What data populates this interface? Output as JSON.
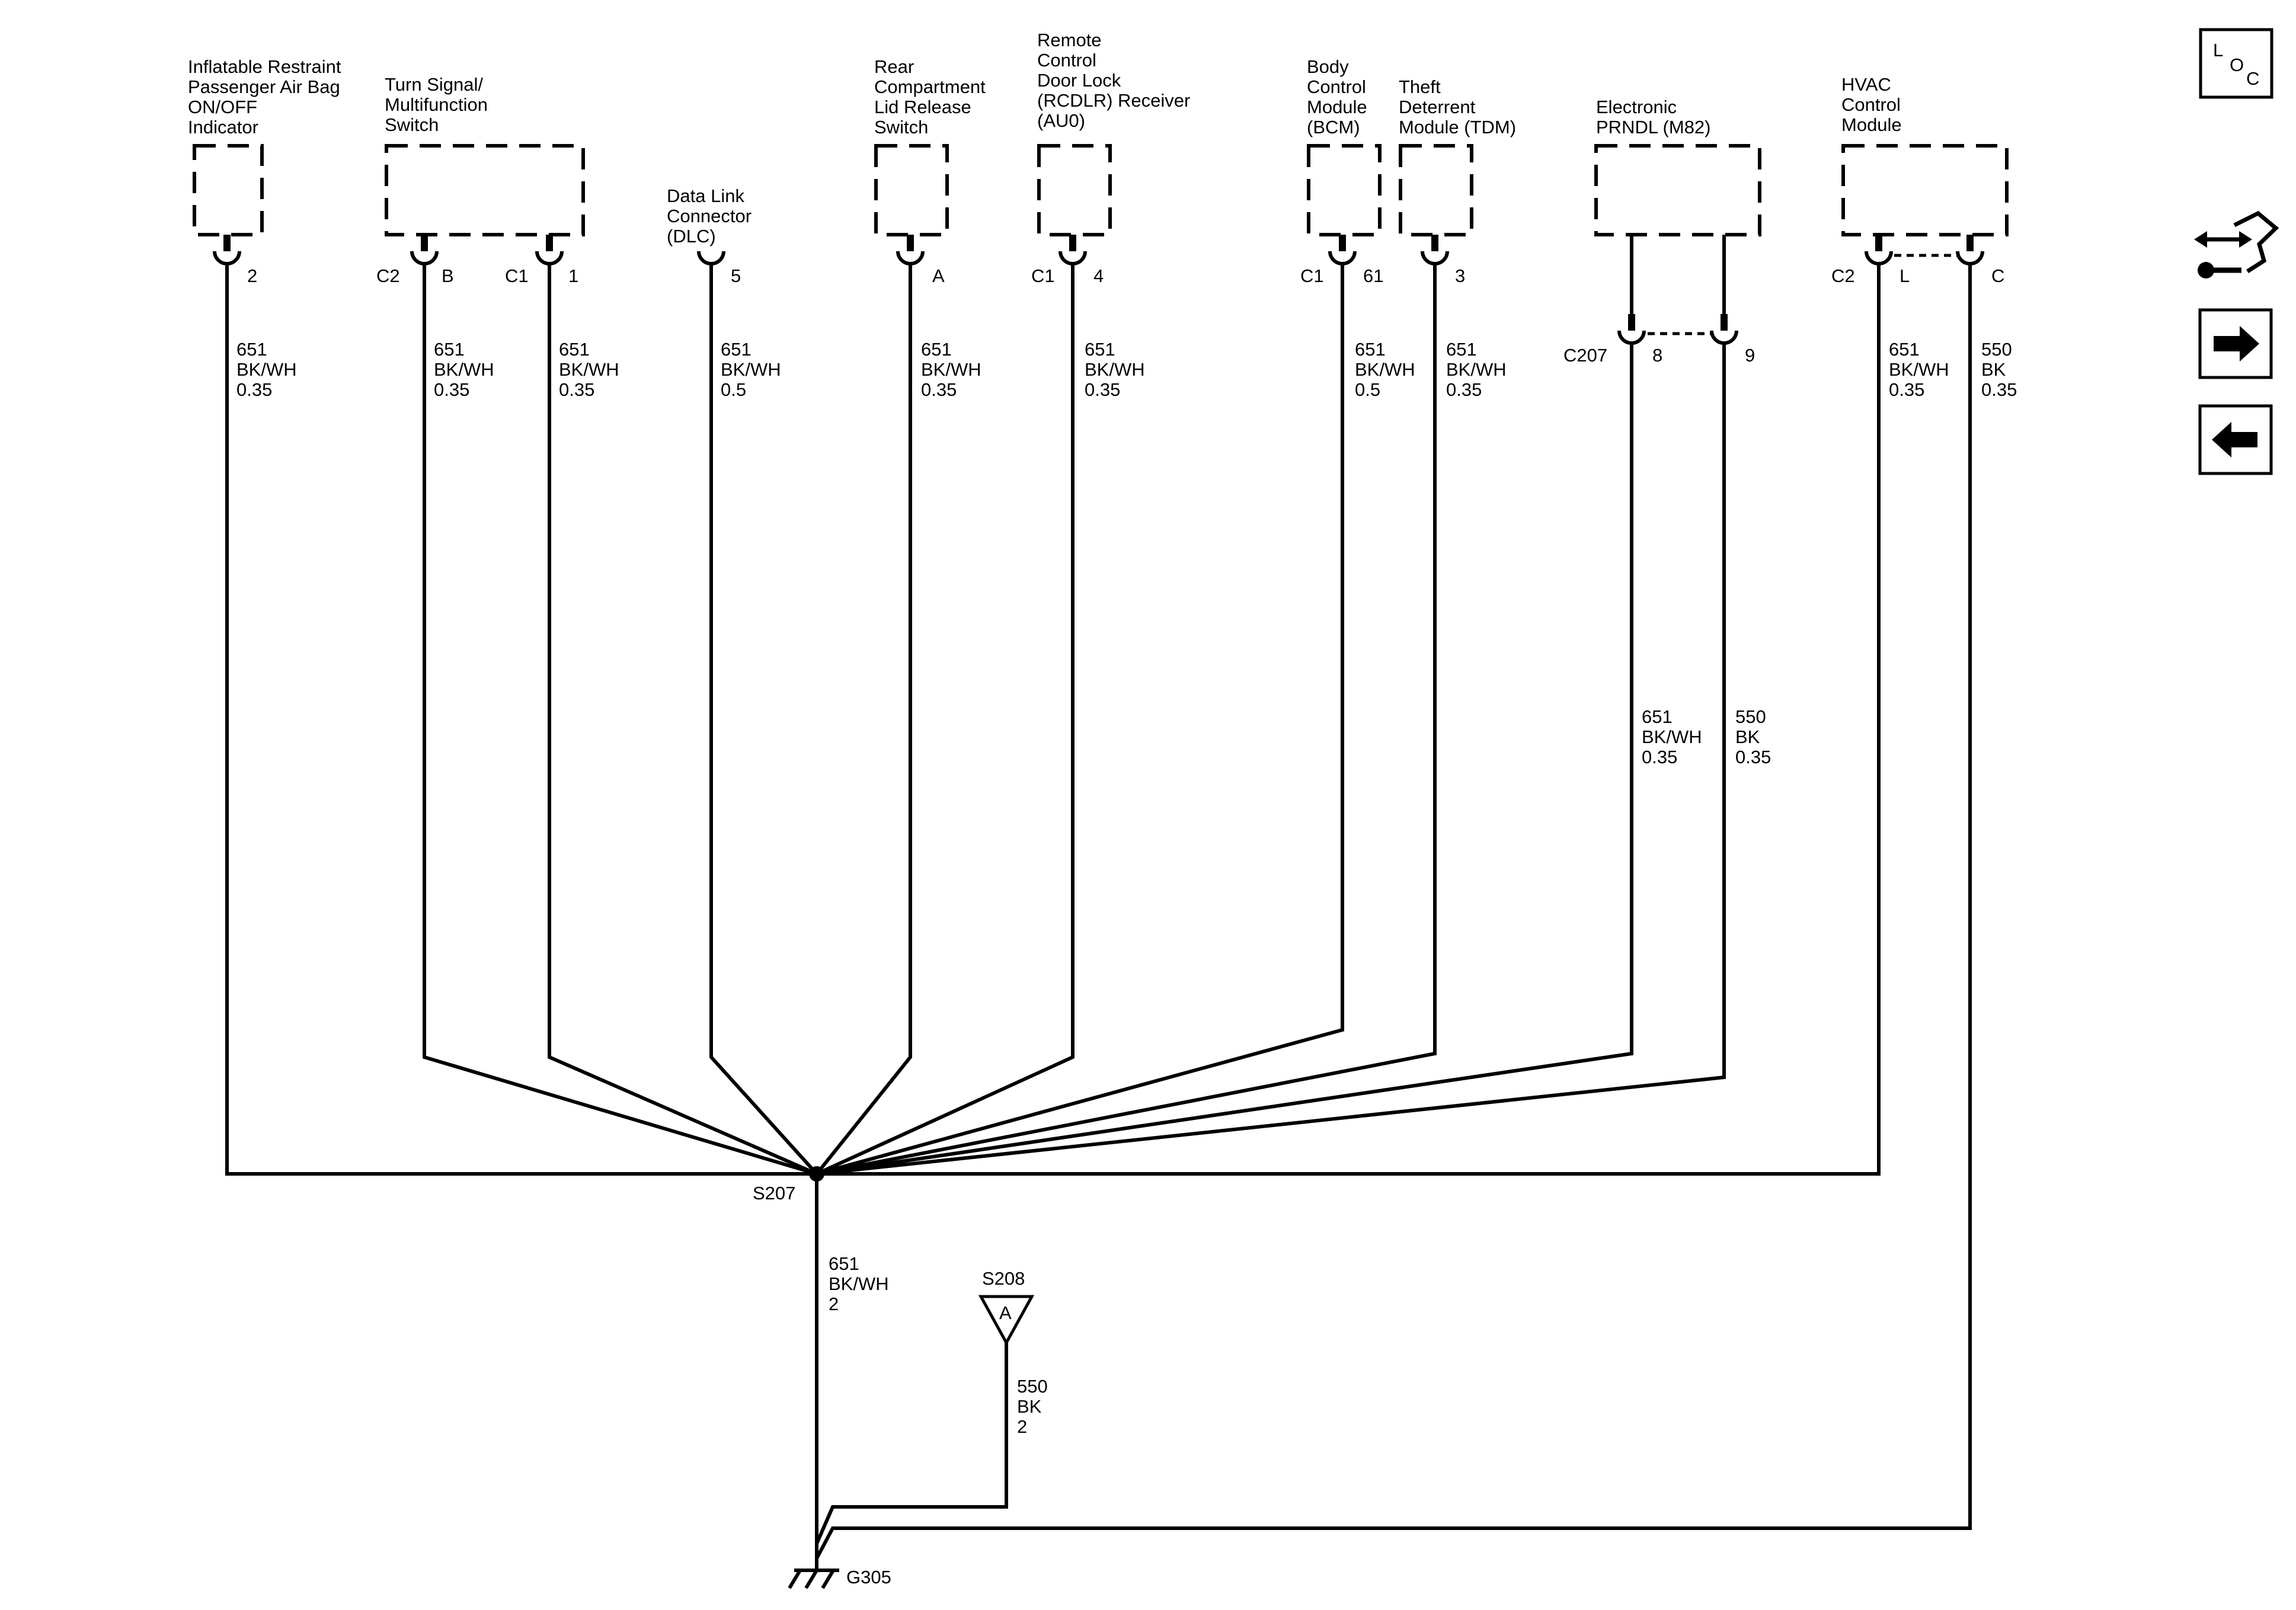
{
  "components": {
    "airbag_indicator": [
      "Inflatable Restraint",
      "Passenger Air Bag",
      "ON/OFF",
      "Indicator"
    ],
    "turn_signal_switch": [
      "Turn Signal/",
      "Multifunction",
      "Switch"
    ],
    "dlc": [
      "Data Link",
      "Connector",
      "(DLC)"
    ],
    "rear_lid_switch": [
      "Rear",
      "Compartment",
      "Lid Release",
      "Switch"
    ],
    "rcdlr_receiver": [
      "Remote",
      "Control",
      "Door Lock",
      "(RCDLR) Receiver",
      "(AU0)"
    ],
    "bcm": [
      "Body",
      "Control",
      "Module",
      "(BCM)"
    ],
    "tdm": [
      "Theft",
      "Deterrent",
      "Module (TDM)"
    ],
    "prndl": [
      "Electronic",
      "PRNDL (M82)"
    ],
    "hvac": [
      "HVAC",
      "Control",
      "Module"
    ]
  },
  "pins": {
    "airbag": "2",
    "ts_c2": "C2",
    "ts_b": "B",
    "ts_c1": "C1",
    "ts_1": "1",
    "dlc": "5",
    "lid": "A",
    "rcdlr_c1": "C1",
    "rcdlr_4": "4",
    "bcm_c1": "C1",
    "bcm_61": "61",
    "tdm": "3",
    "c207": "C207",
    "prndl_8": "8",
    "prndl_9": "9",
    "hvac_c2": "C2",
    "hvac_l": "L",
    "hvac_c": "C"
  },
  "wires": {
    "w_airbag": [
      "651",
      "BK/WH",
      "0.35"
    ],
    "w_ts_b": [
      "651",
      "BK/WH",
      "0.35"
    ],
    "w_ts_1": [
      "651",
      "BK/WH",
      "0.35"
    ],
    "w_dlc": [
      "651",
      "BK/WH",
      "0.5"
    ],
    "w_lid": [
      "651",
      "BK/WH",
      "0.35"
    ],
    "w_rcdlr": [
      "651",
      "BK/WH",
      "0.35"
    ],
    "w_bcm": [
      "651",
      "BK/WH",
      "0.5"
    ],
    "w_tdm": [
      "651",
      "BK/WH",
      "0.35"
    ],
    "w_prndl_8": [
      "651",
      "BK/WH",
      "0.35"
    ],
    "w_prndl_9": [
      "550",
      "BK",
      "0.35"
    ],
    "w_hvac_l": [
      "651",
      "BK/WH",
      "0.35"
    ],
    "w_hvac_c": [
      "550",
      "BK",
      "0.35"
    ],
    "w_main": [
      "651",
      "BK/WH",
      "2"
    ],
    "w_s208": [
      "550",
      "BK",
      "2"
    ]
  },
  "splices": {
    "s207": "S207",
    "s208": "S208",
    "s208_pin": "A",
    "ground": "G305"
  },
  "nav": {
    "loc_letters": [
      "L",
      "O",
      "C"
    ],
    "icons": [
      "component-locator-icon",
      "tools-icon",
      "next-arrow-icon",
      "previous-arrow-icon"
    ]
  }
}
